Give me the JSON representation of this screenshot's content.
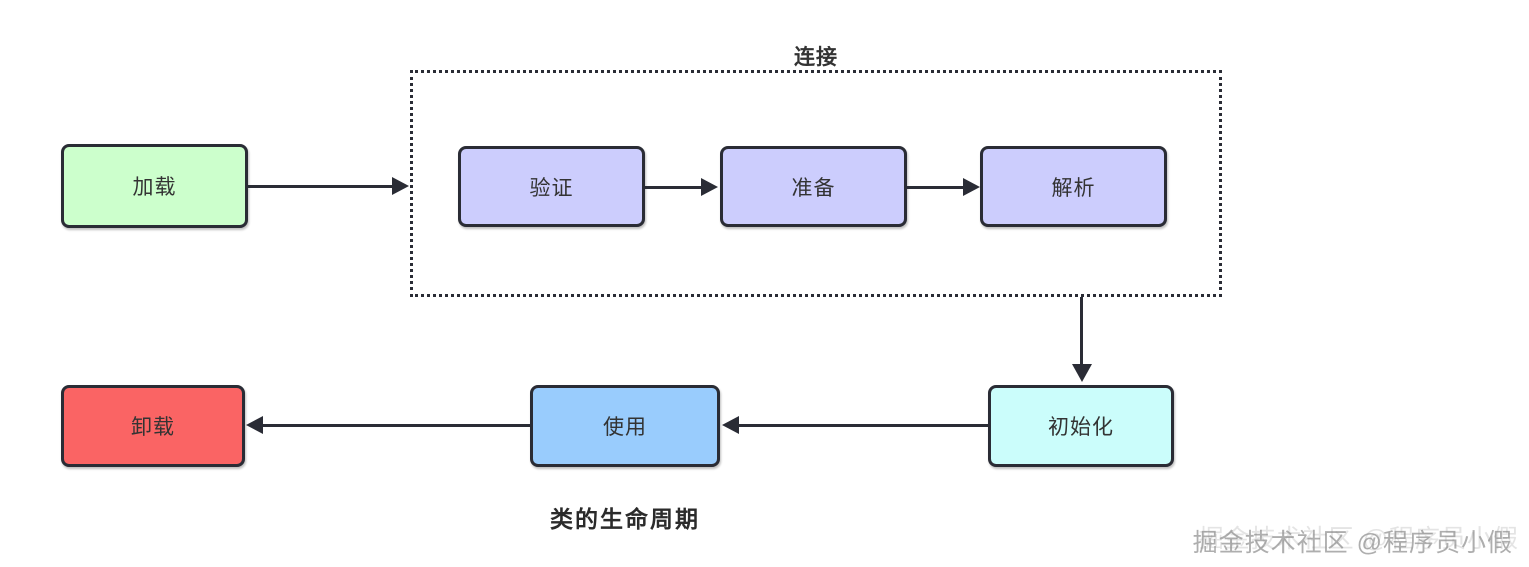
{
  "diagram": {
    "caption": "类的生命周期",
    "group": {
      "label": "连接",
      "border_style": "dotted"
    },
    "colors": {
      "load": "#ccffcc",
      "linking_steps": "#cccdfd",
      "unload": "#fa6464",
      "use": "#99ccfd",
      "init": "#cbfdfb",
      "stroke": "#2a2c35",
      "background": "#ffffff"
    },
    "nodes": [
      {
        "id": "load",
        "label": "加载",
        "row": "top",
        "color": "#ccffcc"
      },
      {
        "id": "verify",
        "label": "验证",
        "row": "top",
        "color": "#cccdfd"
      },
      {
        "id": "prepare",
        "label": "准备",
        "row": "top",
        "color": "#cccdfd"
      },
      {
        "id": "resolve",
        "label": "解析",
        "row": "top",
        "color": "#cccdfd"
      },
      {
        "id": "init",
        "label": "初始化",
        "row": "bottom",
        "color": "#cbfdfb"
      },
      {
        "id": "use",
        "label": "使用",
        "row": "bottom",
        "color": "#99ccfd"
      },
      {
        "id": "unload",
        "label": "卸载",
        "row": "bottom",
        "color": "#fa6464"
      }
    ],
    "edges": [
      {
        "from": "load",
        "to": "linking-group",
        "direction": "right"
      },
      {
        "from": "verify",
        "to": "prepare",
        "direction": "right"
      },
      {
        "from": "prepare",
        "to": "resolve",
        "direction": "right"
      },
      {
        "from": "linking-group",
        "to": "init",
        "direction": "down"
      },
      {
        "from": "init",
        "to": "use",
        "direction": "left"
      },
      {
        "from": "use",
        "to": "unload",
        "direction": "left"
      }
    ]
  },
  "watermark": {
    "text": "掘金技术社区 @程序员小假"
  }
}
